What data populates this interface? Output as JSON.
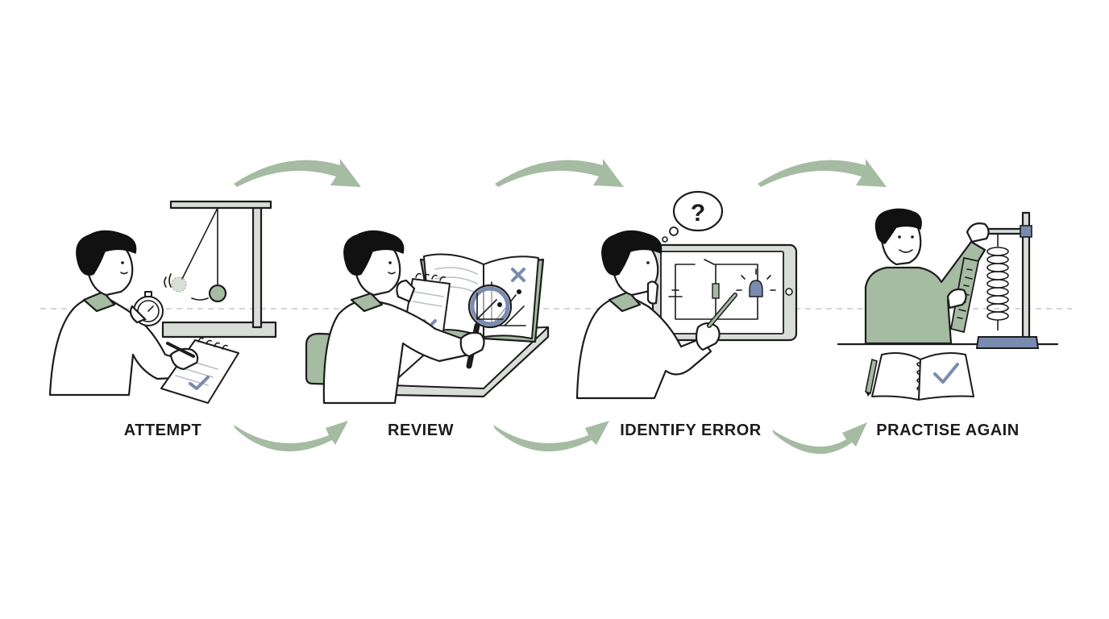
{
  "stages": [
    {
      "label": "ATTEMPT"
    },
    {
      "label": "REVIEW"
    },
    {
      "label": "IDENTIFY ERROR"
    },
    {
      "label": "PRACTISE AGAIN"
    }
  ],
  "thought_bubble_symbol": "?",
  "colors": {
    "accent_green": "#a5bba2",
    "mark_blue": "#7a8bb0",
    "ink": "#1c1c1c",
    "light_grey": "#d8ddd8"
  },
  "icons": [
    "pendulum-icon",
    "stopwatch-icon",
    "notepad-icon",
    "magnifier-icon",
    "textbook-icon",
    "tablet-circuit-icon",
    "thought-bubble-icon",
    "spring-stand-icon",
    "ruler-icon",
    "checkmark-icon",
    "cross-icon"
  ]
}
